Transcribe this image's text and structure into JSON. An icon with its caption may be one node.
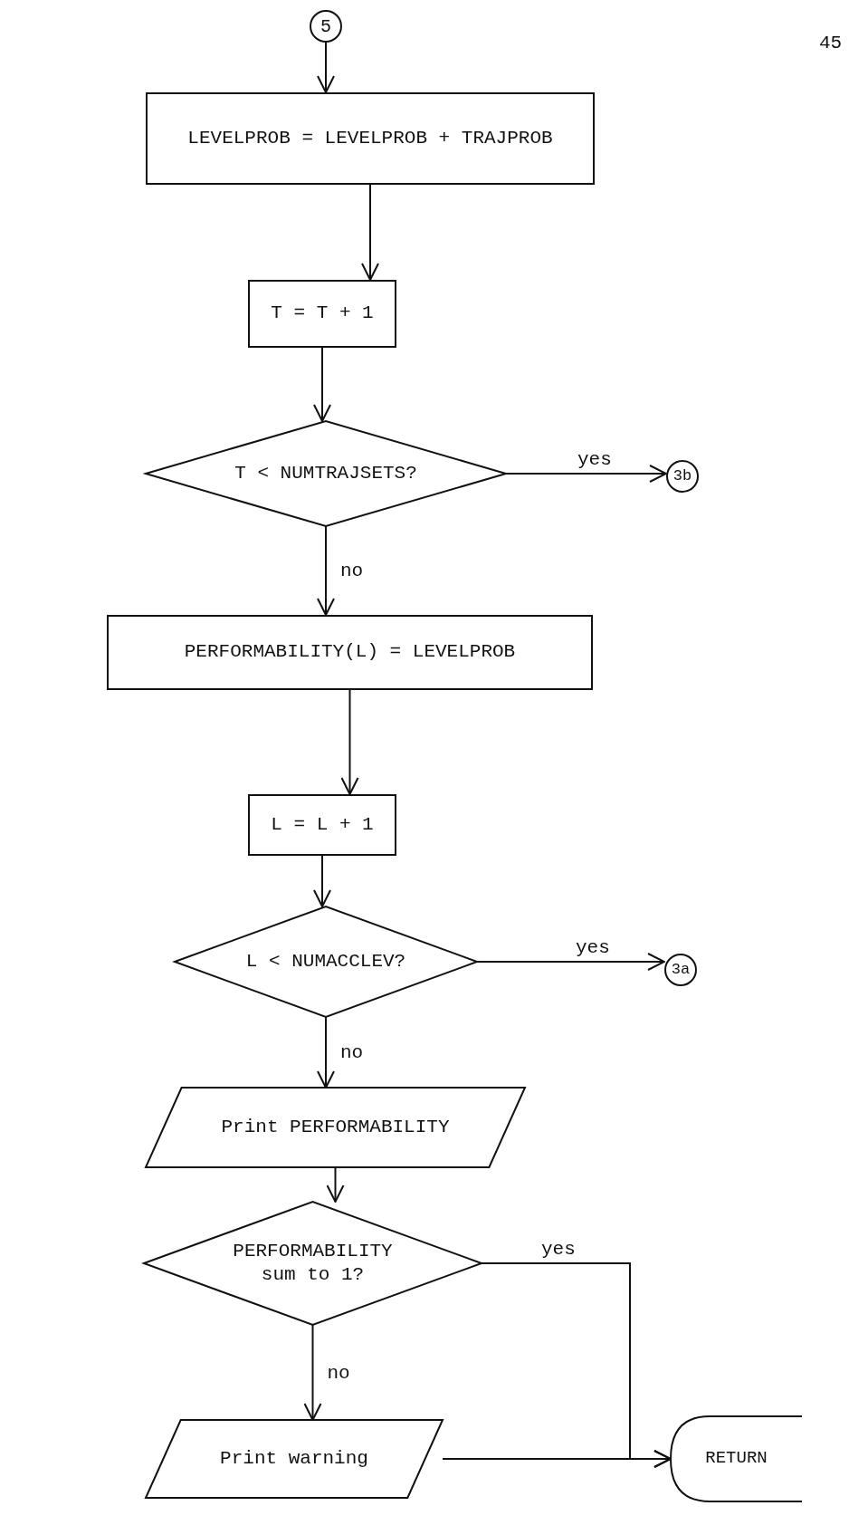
{
  "diagram": {
    "nodes": [
      {
        "text": [
          "5"
        ]
      },
      {
        "text": [
          "LEVELPROB = LEVELPROB + TRAJPROB"
        ]
      },
      {
        "text": [
          "T = T + 1"
        ]
      },
      {
        "text": [
          "T < NUMTRAJSETS?"
        ]
      },
      {
        "text": [
          "3b"
        ]
      },
      {
        "text": [
          "PERFORMABILITY(L) = LEVELPROB"
        ]
      },
      {
        "text": [
          "L = L + 1"
        ]
      },
      {
        "text": [
          "L < NUMACCLEV?"
        ]
      },
      {
        "text": [
          "3a"
        ]
      },
      {
        "text": [
          "Print PERFORMABILITY"
        ]
      },
      {
        "text": [
          "PERFORMABILITY sum to 1?"
        ]
      },
      {
        "text": [
          "Print warning"
        ]
      },
      {
        "text": [
          "RETURN"
        ]
      }
    ],
    "edges": [
      {
        "from": 0,
        "to": 1,
        "arrow": "to"
      },
      {
        "from": 1,
        "to": 2,
        "arrow": "to"
      },
      {
        "from": 2,
        "to": 3,
        "arrow": "to"
      },
      {
        "from": 3,
        "to": 4,
        "arrow": "to",
        "label": "yes"
      },
      {
        "from": 3,
        "to": 5,
        "arrow": "to",
        "label": "no"
      },
      {
        "from": 5,
        "to": 6,
        "arrow": "to"
      },
      {
        "from": 6,
        "to": 7,
        "arrow": "to"
      },
      {
        "from": 7,
        "to": 8,
        "arrow": "to",
        "label": "yes"
      },
      {
        "from": 7,
        "to": 9,
        "arrow": "to",
        "label": "no"
      },
      {
        "from": 9,
        "to": 10,
        "arrow": "to"
      },
      {
        "from": 10,
        "to": 12,
        "arrow": "to",
        "label": "yes"
      },
      {
        "from": 10,
        "to": 11,
        "arrow": "to",
        "label": "no"
      },
      {
        "from": 11,
        "to": 12,
        "arrow": "to"
      }
    ],
    "labels": [
      "45"
    ]
  }
}
